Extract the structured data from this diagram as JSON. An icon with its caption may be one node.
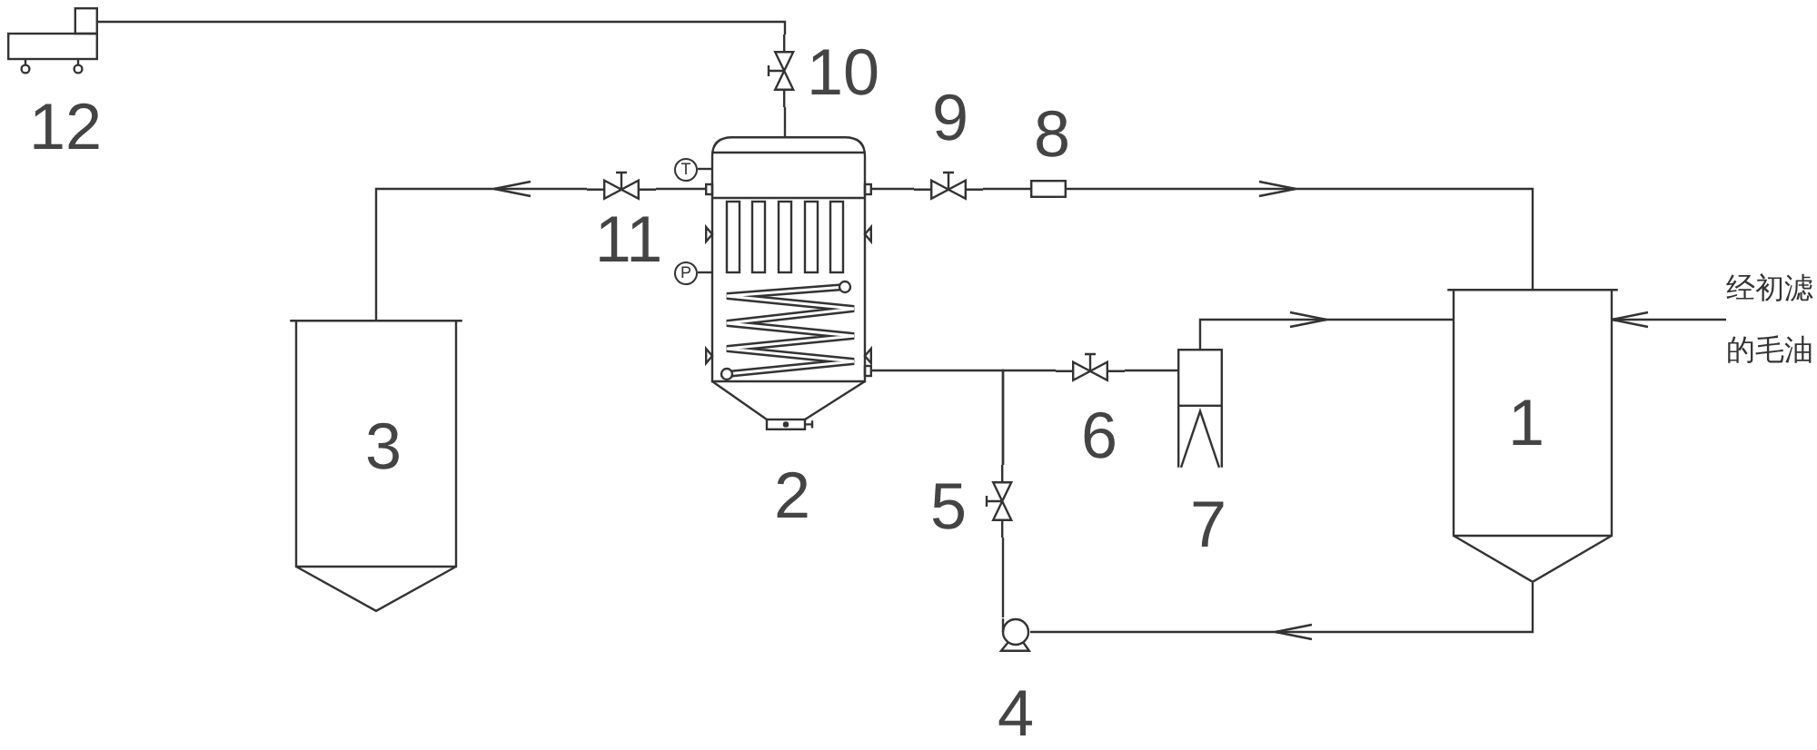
{
  "diagram": {
    "nodes": [
      {
        "text": [],
        "shape": "pump",
        "beside": [
          "12"
        ]
      },
      {
        "text": [],
        "shape": "valve",
        "beside": [
          "10"
        ]
      },
      {
        "text": [],
        "shape": "valve",
        "beside": [
          "11"
        ]
      },
      {
        "text": [
          "T"
        ]
      },
      {
        "text": [
          "P"
        ]
      },
      {
        "text": [],
        "shape": "vessel",
        "beside": [
          "2"
        ]
      },
      {
        "text": [],
        "shape": "valve",
        "beside": [
          "9"
        ]
      },
      {
        "text": [],
        "shape": "box",
        "beside": [
          "8"
        ]
      },
      {
        "text": [
          "3"
        ]
      },
      {
        "text": [
          "1"
        ]
      },
      {
        "text": [
          "经初滤的毛油"
        ]
      },
      {
        "text": [],
        "shape": "valve",
        "beside": [
          "6"
        ]
      },
      {
        "text": [],
        "shape": "box",
        "beside": [
          "7"
        ]
      },
      {
        "text": [],
        "shape": "valve",
        "beside": [
          "5"
        ]
      },
      {
        "text": [],
        "shape": "pump",
        "beside": [
          "4"
        ]
      }
    ],
    "edges": [
      {
        "from": 0,
        "to": 1,
        "arrow": "none"
      },
      {
        "from": 1,
        "to": 5,
        "arrow": "none"
      },
      {
        "from": 5,
        "to": 2,
        "arrow": "none"
      },
      {
        "from": 2,
        "to": 8,
        "arrow": "to"
      },
      {
        "from": 5,
        "to": 6,
        "arrow": "none"
      },
      {
        "from": 6,
        "to": 7,
        "arrow": "none"
      },
      {
        "from": 7,
        "to": 9,
        "arrow": "to"
      },
      {
        "from": 10,
        "to": 9,
        "arrow": "to"
      },
      {
        "from": 13,
        "to": 5,
        "arrow": "none"
      },
      {
        "from": 13,
        "to": 11,
        "arrow": "none"
      },
      {
        "from": 11,
        "to": 12,
        "arrow": "none"
      },
      {
        "from": 12,
        "to": 9,
        "arrow": "to"
      },
      {
        "from": 9,
        "to": 14,
        "arrow": "to"
      },
      {
        "from": 14,
        "to": 13,
        "arrow": "none"
      },
      {
        "from": 3,
        "to": 5,
        "arrow": "none"
      },
      {
        "from": 4,
        "to": 5,
        "arrow": "none"
      }
    ]
  }
}
